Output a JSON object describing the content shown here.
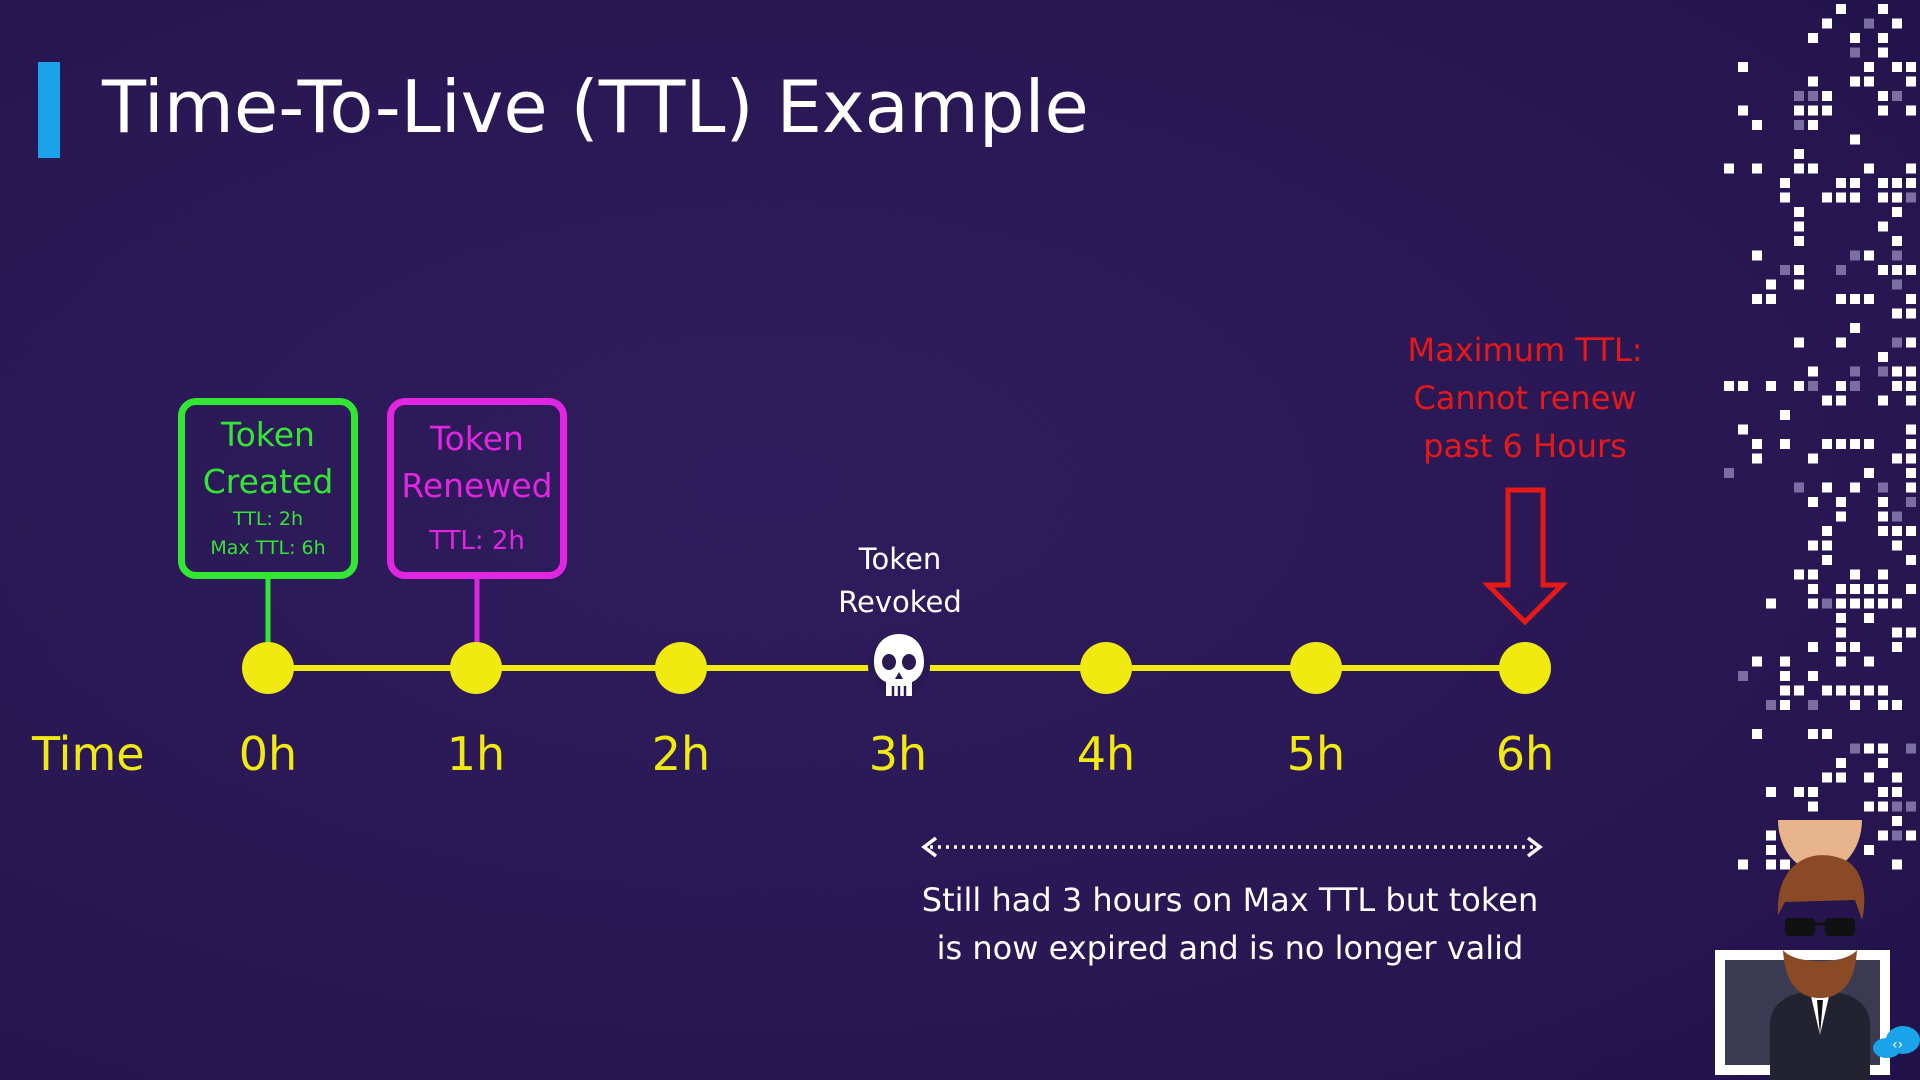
{
  "slide": {
    "title": "Time-To-Live (TTL) Example",
    "accent_color": "#1aa3e8"
  },
  "timeline": {
    "axis_label": "Time",
    "ticks": [
      "0h",
      "1h",
      "2h",
      "3h",
      "4h",
      "5h",
      "6h"
    ],
    "line_color": "#f0ea10",
    "revoked_at_tick": 3
  },
  "events": {
    "created": {
      "title_line1": "Token",
      "title_line2": "Created",
      "ttl": "TTL: 2h",
      "max_ttl": "Max TTL: 6h",
      "color": "#33e633"
    },
    "renewed": {
      "title_line1": "Token",
      "title_line2": "Renewed",
      "ttl": "TTL: 2h",
      "color": "#e026e0"
    },
    "revoked": {
      "line1": "Token",
      "line2": "Revoked",
      "icon": "skull-icon"
    },
    "max_ttl": {
      "line1": "Maximum TTL:",
      "line2": "Cannot renew",
      "line3": "past 6 Hours",
      "color": "#e61919"
    }
  },
  "note": {
    "line1": "Still had 3 hours on Max TTL but token",
    "line2": "is now expired and is no longer valid"
  }
}
